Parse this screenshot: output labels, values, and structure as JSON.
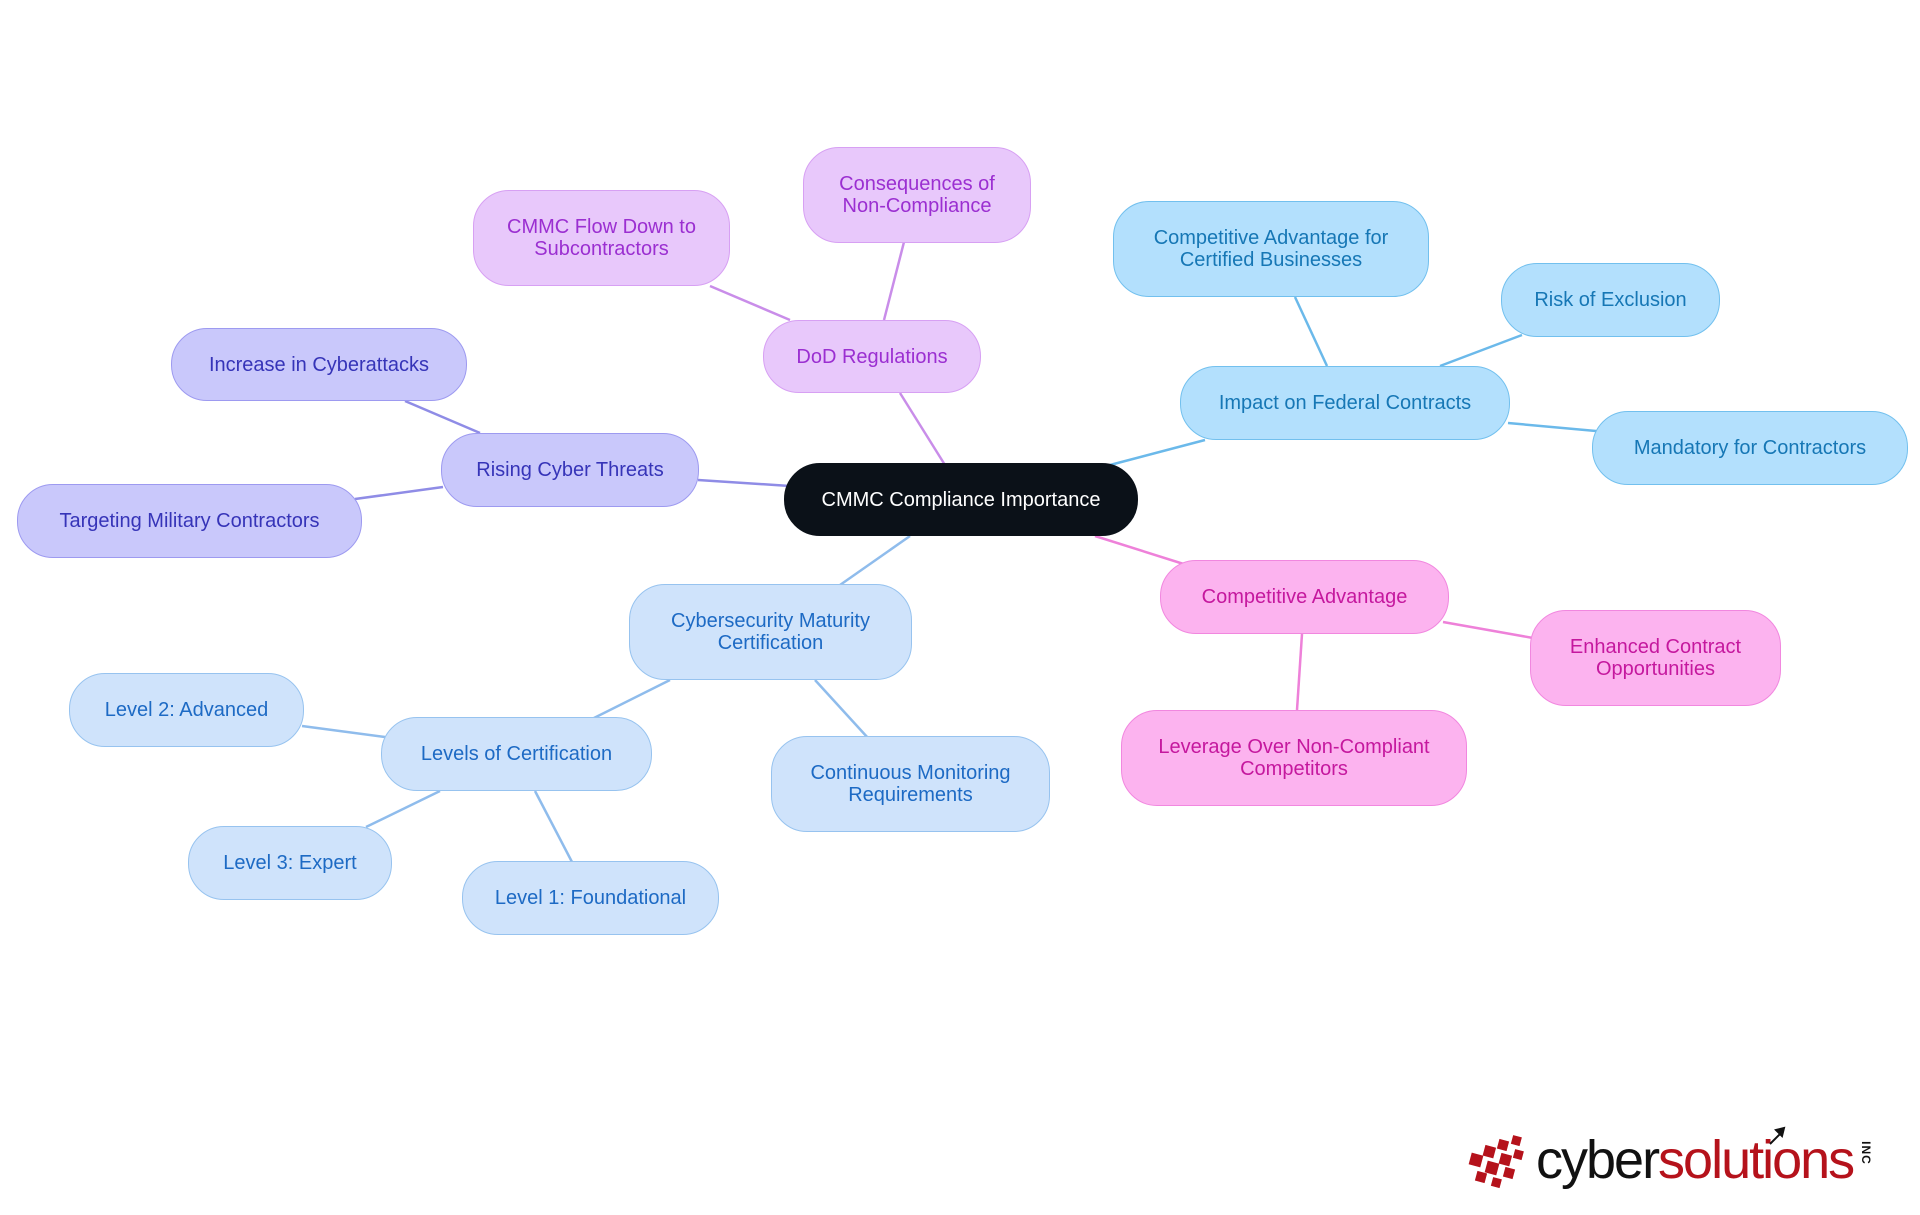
{
  "root": "CMMC Compliance Importance",
  "branches": {
    "dod": {
      "label": "DoD Regulations",
      "children": [
        "CMMC Flow Down to\nSubcontractors",
        "Consequences of\nNon-Compliance"
      ]
    },
    "threats": {
      "label": "Rising Cyber Threats",
      "children": [
        "Increase in Cyberattacks",
        "Targeting Military Contractors"
      ]
    },
    "federal": {
      "label": "Impact on Federal Contracts",
      "children": [
        "Competitive Advantage for\nCertified Businesses",
        "Risk of Exclusion",
        "Mandatory for Contractors"
      ]
    },
    "certification": {
      "label": "Cybersecurity Maturity\nCertification",
      "levels": {
        "label": "Levels of Certification",
        "children": [
          "Level 2: Advanced",
          "Level 3: Expert",
          "Level 1: Foundational"
        ]
      },
      "monitoring": "Continuous Monitoring\nRequirements"
    },
    "advantage": {
      "label": "Competitive Advantage",
      "children": [
        "Enhanced Contract\nOpportunities",
        "Leverage Over Non-Compliant\nCompetitors"
      ]
    }
  },
  "colors": {
    "root": "#0b1118",
    "dod": "#e8c8fb",
    "threats": "#c9c8fb",
    "federal": "#b3e0fd",
    "certification": "#cfe3fb",
    "advantage": "#fcb3ef"
  },
  "logo": {
    "cyber": "cyber",
    "solutions": "solutions",
    "inc": "INC"
  }
}
